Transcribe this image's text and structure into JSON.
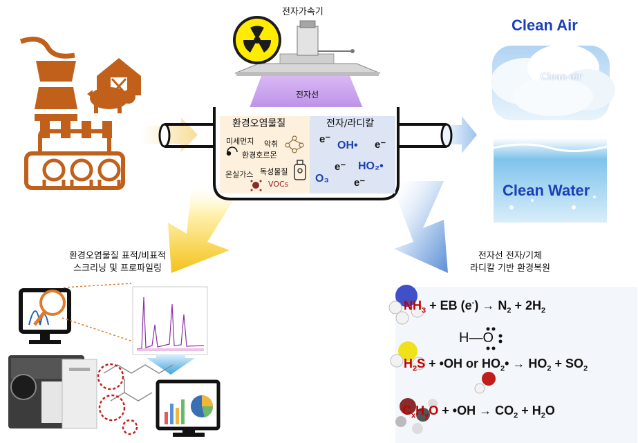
{
  "accelerator": {
    "label": "전자가속기"
  },
  "beam": {
    "label": "전자선"
  },
  "reactor": {
    "pollutants_title": "환경오염물질",
    "pollutants": [
      "미세먼지",
      "악취",
      "환경호르몬",
      "온실가스",
      "독성물질",
      "VOCs"
    ],
    "radicals_title": "전자/라디칼",
    "radicals": [
      "e⁻",
      "OH•",
      "e⁻",
      "e⁻",
      "HO₂•",
      "O₃",
      "e⁻"
    ]
  },
  "outputs": {
    "clean_air": "Clean Air",
    "clean_air_cloud_text": "Clean air",
    "clean_water": "Clean Water"
  },
  "screening": {
    "line1": "환경오염물질 표적/비표적",
    "line2": "스크리닝 및 프로파일링"
  },
  "restoration": {
    "line1": "전자선 전자/기체",
    "line2": "라디칼 기반 환경복원"
  },
  "reactions": {
    "r1": {
      "reactant": "NH",
      "reactant_sub": "3",
      "rest_a": " + EB (e",
      "charge": "-",
      "rest_b": ") → N",
      "p1_sub": "2",
      "rest_c": " + 2H",
      "p2_sub": "2"
    },
    "r2": {
      "reactant": "H",
      "reactant_sub": "2",
      "reactant_end": "S",
      "rest_a": " + •OH or HO",
      "mid_sub": "2",
      "rest_b": "• → HO",
      "p1_sub": "2",
      "rest_c": " + SO",
      "p2_sub": "2"
    },
    "r3": {
      "reactant": "C",
      "reactant_sub1": "x",
      "reactant_mid": "H",
      "reactant_sub2": "y",
      "reactant_end": "O",
      "rest_a": " + •OH → CO",
      "p1_sub": "2",
      "rest_b": " + H",
      "p2_sub": "2",
      "rest_c": "O"
    }
  },
  "hydroxyl": {
    "label": "H—O"
  },
  "colors": {
    "accent_orange": "#c0601a",
    "title_blue": "#1a3fb8",
    "reaction_red": "#c00000",
    "beam_purple": "#c9a0ee"
  }
}
